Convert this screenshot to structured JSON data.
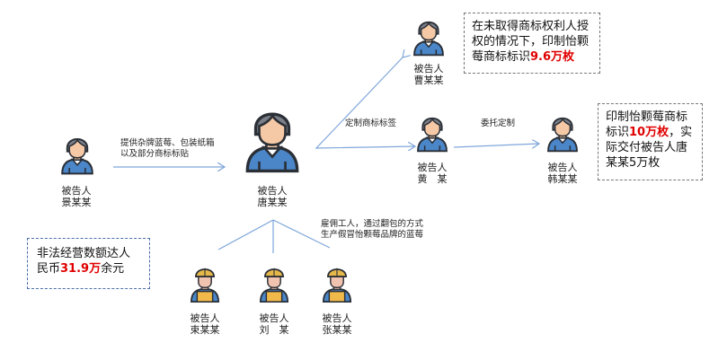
{
  "colors": {
    "accent": "#e00000",
    "line": "#7fa6da",
    "shirt": "#4a86c8",
    "helmet": "#e6b84a"
  },
  "people": {
    "jing": {
      "role": "被告人",
      "name": "景某某"
    },
    "tang": {
      "role": "被告人",
      "name": "唐某某"
    },
    "cao": {
      "role": "被告人",
      "name": "曹某某"
    },
    "huang": {
      "role": "被告人",
      "name": "黄　某"
    },
    "han": {
      "role": "被告人",
      "name": "韩某某"
    },
    "shu": {
      "role": "被告人",
      "name": "束某某"
    },
    "liu": {
      "role": "被告人",
      "name": "刘　某"
    },
    "zhang": {
      "role": "被告人",
      "name": "张某某"
    }
  },
  "edges": {
    "jing_to_tang": [
      "提供杂牌蓝莓、包装纸箱",
      "以及部分商标标贴"
    ],
    "tang_to_huang": "定制商标标签",
    "huang_to_han": "委托定制",
    "tang_workers": [
      "雇佣工人，通过翻包的方式",
      "生产假冒怡颗莓品牌的蓝莓"
    ]
  },
  "boxes": {
    "cao": {
      "pre": "在未取得商标权利人授权的情况下，印制怡颗莓商标标识",
      "highlight": "9.6万枚",
      "post": ""
    },
    "han": {
      "pre": "印制怡颗莓商标标识",
      "highlight": "10万枚",
      "post": "，实际交付被告人唐某某5万枚"
    },
    "total": {
      "pre": "非法经营数额达人民币",
      "highlight": "31.9万",
      "post": "余元"
    }
  }
}
